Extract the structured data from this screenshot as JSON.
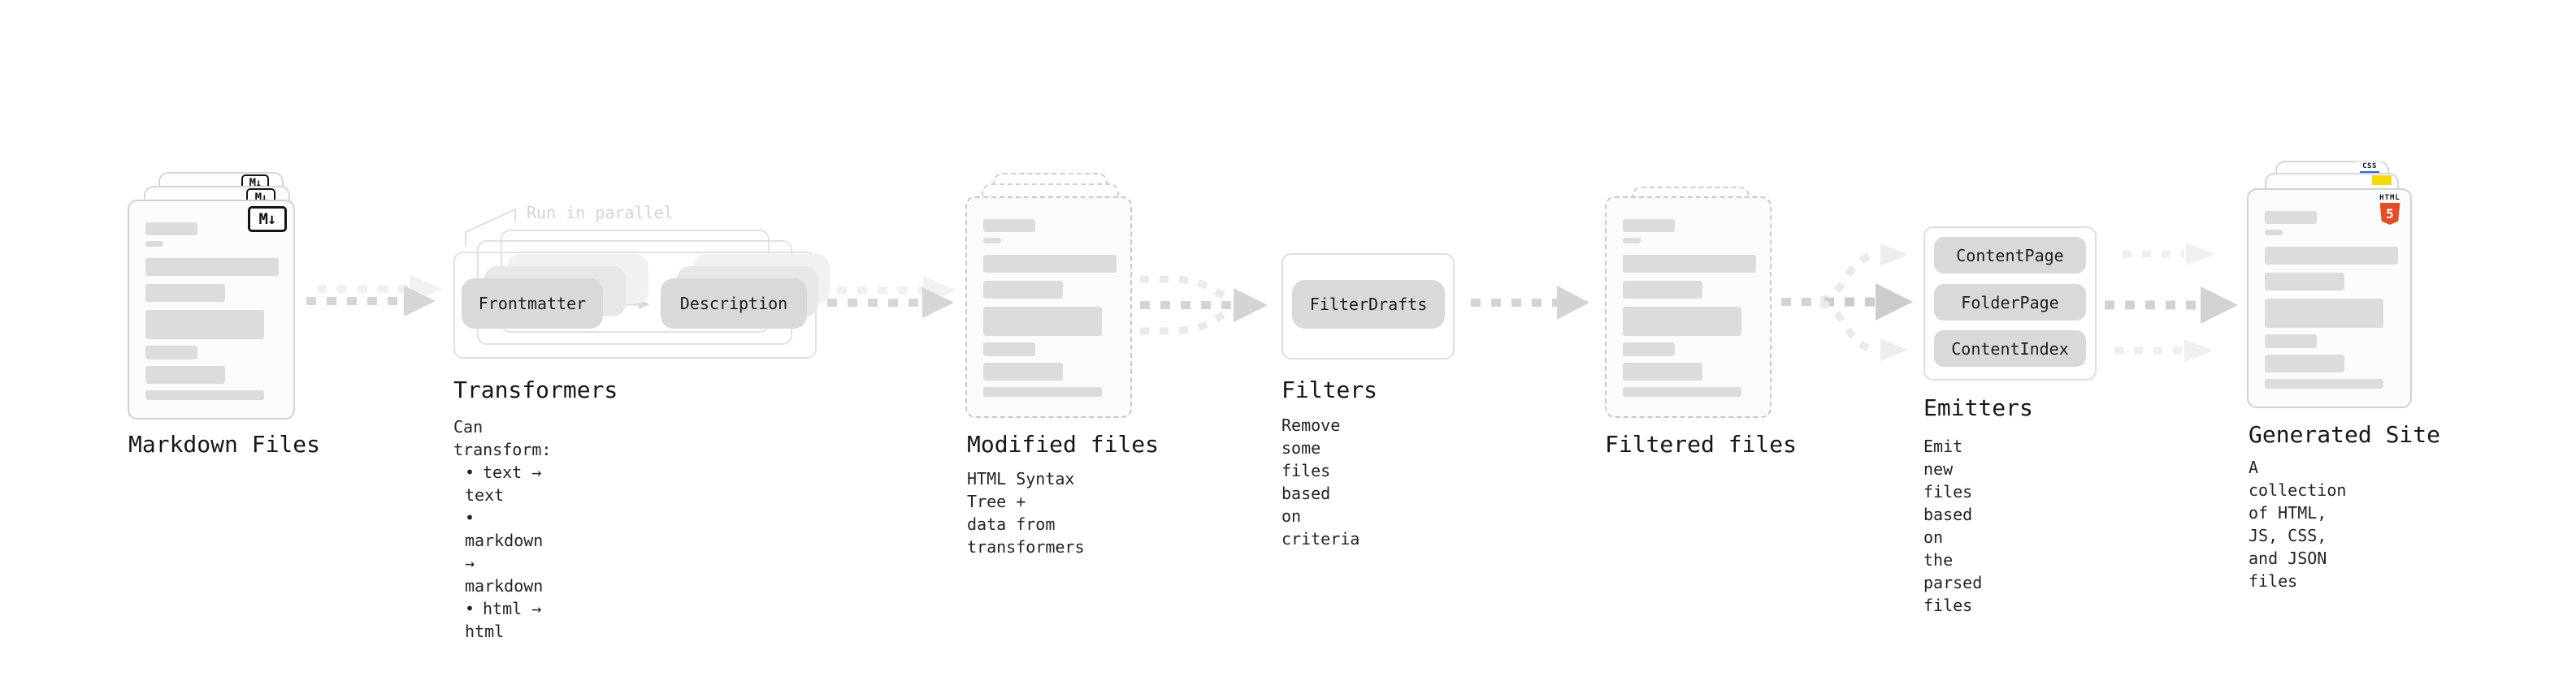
{
  "palette": {
    "background": "#ffffff",
    "card_border": "#d2d2d2",
    "dashed_border": "#c9c9c9",
    "placeholder_bar": "#dcdcdc",
    "pill_bg": "#d9d9d9",
    "arrow_main": "#d4d4d4",
    "arrow_light": "#ededed",
    "note_text": "#d4d4d4",
    "text": "#1a1a1a",
    "html5_orange": "#e44d26",
    "js_yellow": "#f5d90a",
    "css_blue": "#2b63f0"
  },
  "nodes": {
    "markdown_files": {
      "label": "Markdown Files",
      "badge": "M↓"
    },
    "transformers": {
      "heading": "Transformers",
      "note": "Run in parallel",
      "pills": [
        "Frontmatter",
        "Description"
      ],
      "body_title": "Can transform:",
      "bullet_char": "•",
      "bullets": [
        "text → text",
        "markdown → markdown",
        "html → html"
      ]
    },
    "modified_files": {
      "label": "Modified files",
      "subtitle": "HTML Syntax Tree +\ndata from transformers"
    },
    "filters": {
      "heading": "Filters",
      "pill": "FilterDrafts",
      "subtitle": "Remove some files based\non criteria"
    },
    "filtered_files": {
      "label": "Filtered files"
    },
    "emitters": {
      "heading": "Emitters",
      "pills": [
        "ContentPage",
        "FolderPage",
        "ContentIndex"
      ],
      "subtitle": "Emit new files based on\nthe parsed files"
    },
    "generated_site": {
      "label": "Generated Site",
      "subtitle": "A collection of HTML,\nJS, CSS, and JSON files",
      "badges": {
        "html_label": "HTML",
        "html_number": "5",
        "css_label": "CSS"
      }
    }
  }
}
